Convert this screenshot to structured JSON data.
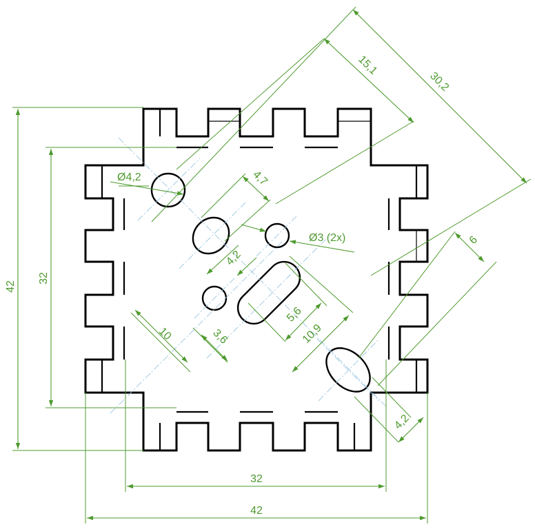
{
  "colors": {
    "part_outline": "#000000",
    "dimension": "#4e9a2f",
    "centerline": "#9cc7e0"
  },
  "dimensions": {
    "overall_width": "42",
    "inner_width": "32",
    "overall_height": "42",
    "inner_height": "32",
    "diagonal_long": "30,2",
    "diagonal_half": "15,1",
    "hole_large": "Ø4,2",
    "hole_small": "Ø3 (2x)",
    "offset_upper": "4,7",
    "spacing_42": "4,2",
    "offset_10": "10",
    "offset_36": "3,6",
    "slot_length": "5,6",
    "slot_offset": "10,9",
    "slot_width_6": "6",
    "slot_width_42": "4,2"
  }
}
